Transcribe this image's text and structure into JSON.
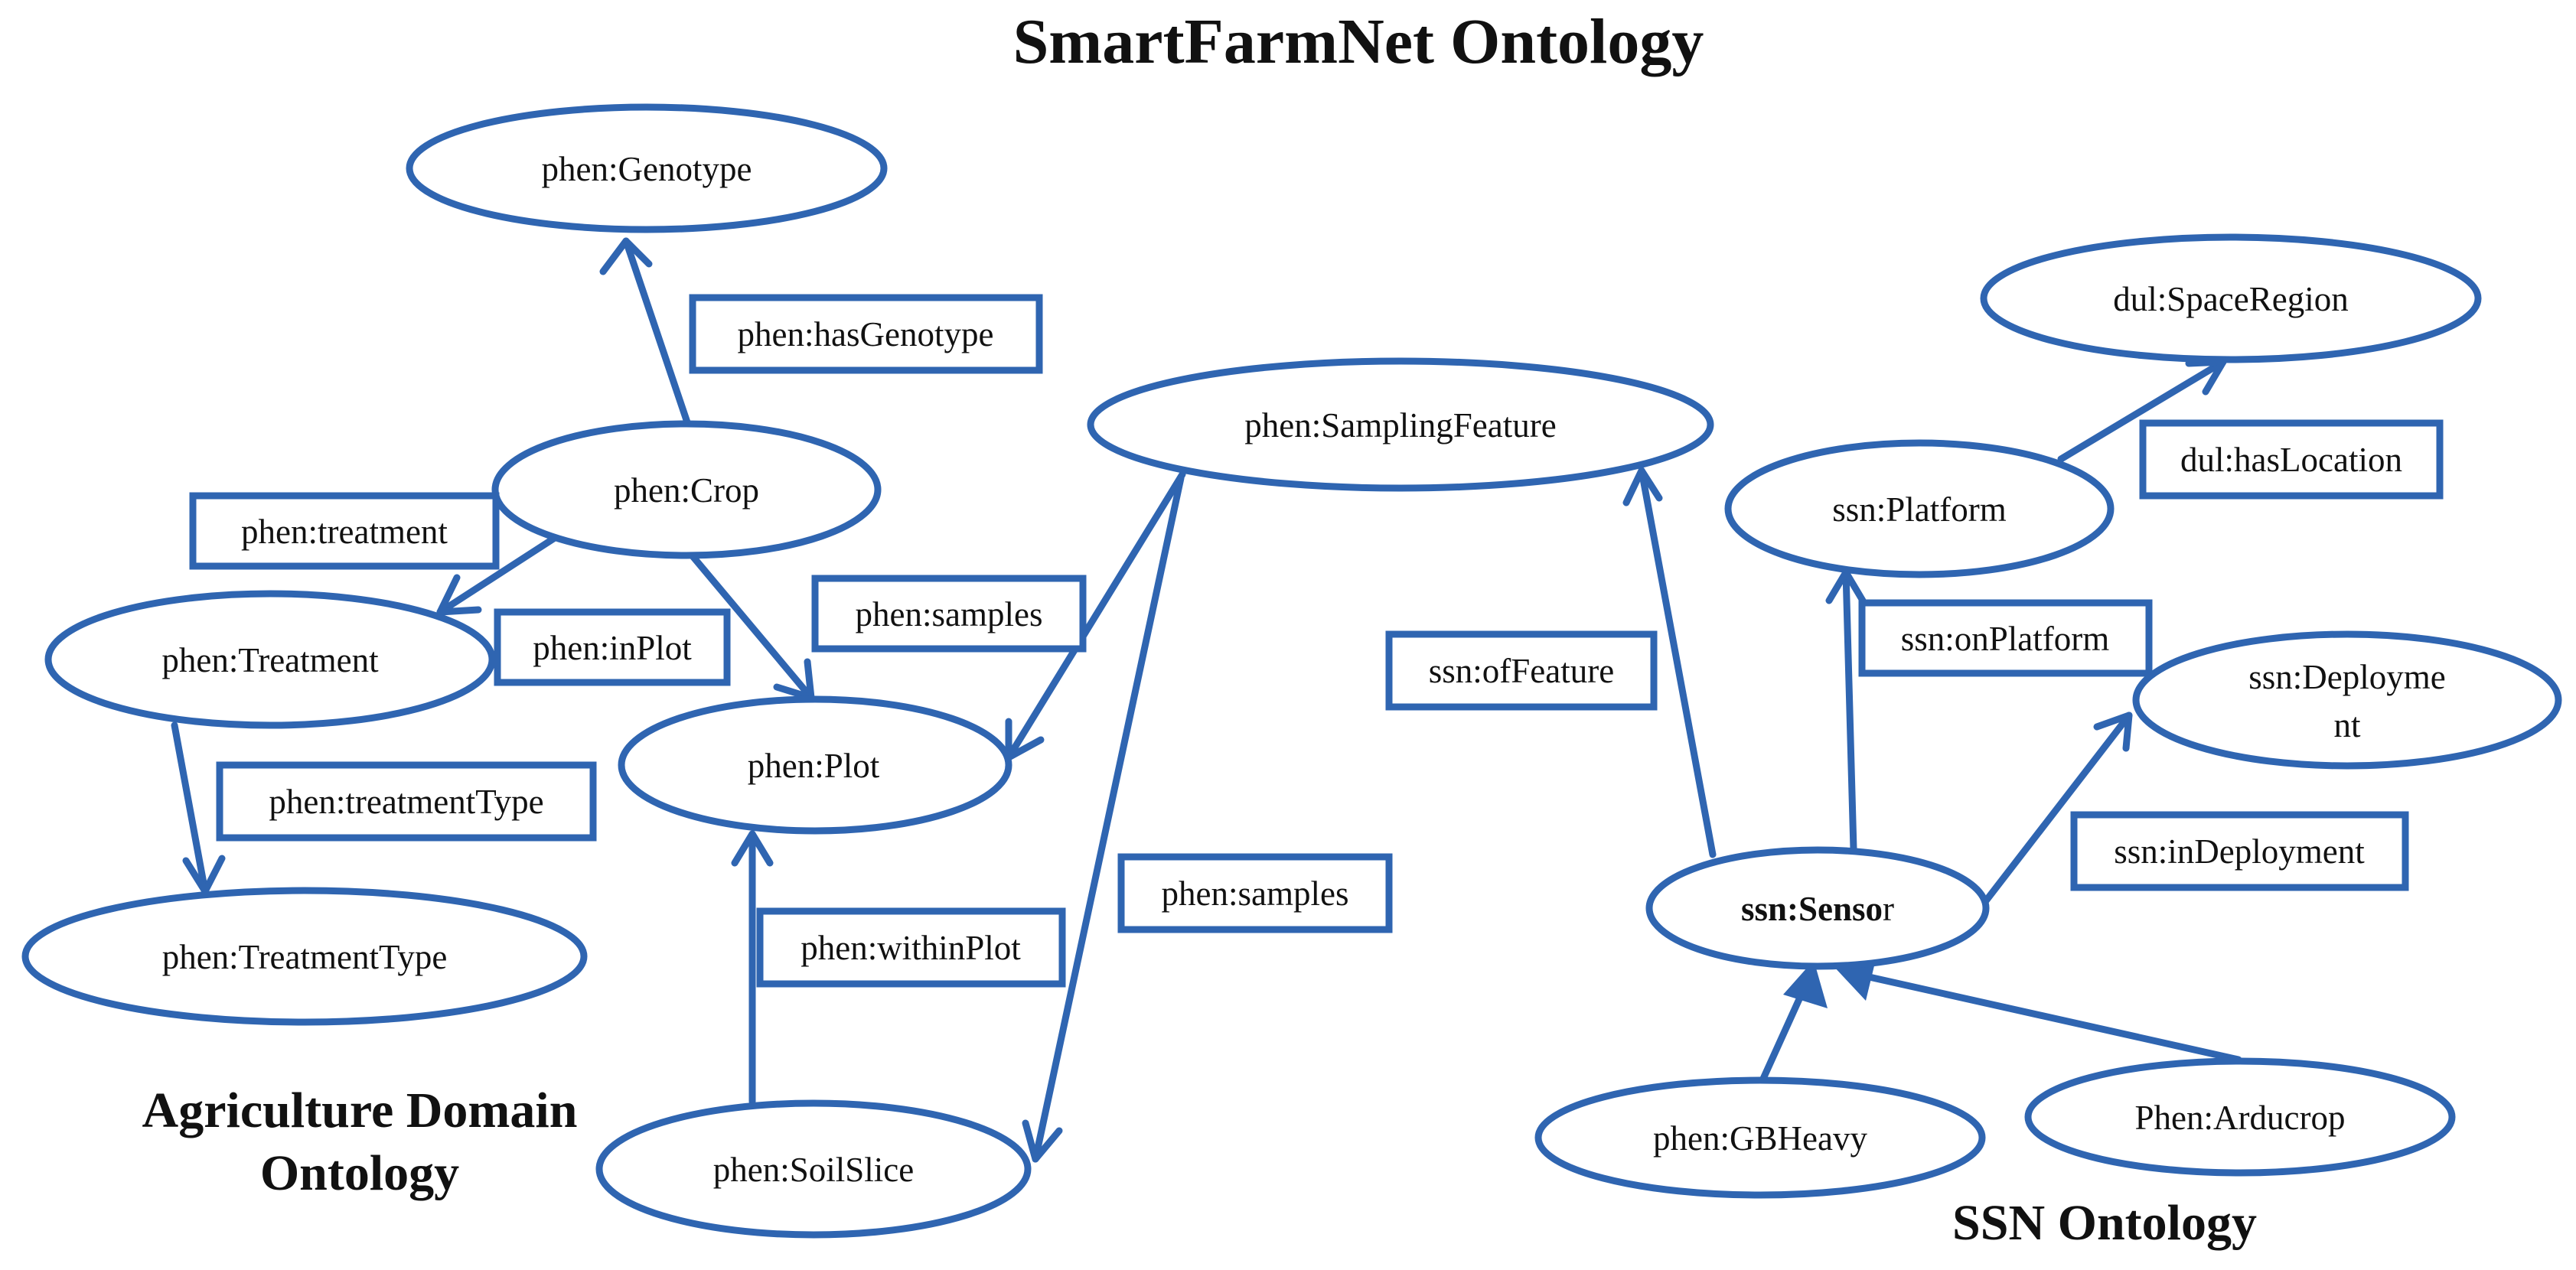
{
  "title": "SmartFarmNet Ontology",
  "colors": {
    "stroke": "#2f65b1",
    "text": "#111111",
    "background": "#ffffff"
  },
  "sections": {
    "agriculture_line1": "Agriculture Domain",
    "agriculture_line2": "Ontology",
    "ssn": "SSN Ontology"
  },
  "nodes": {
    "genotype": "phen:Genotype",
    "crop": "phen:Crop",
    "treatment": "phen:Treatment",
    "treatment_type": "phen:TreatmentType",
    "plot": "phen:Plot",
    "soil_slice": "phen:SoilSlice",
    "sampling_feature": "phen:SamplingFeature",
    "space_region": "dul:SpaceRegion",
    "platform": "ssn:Platform",
    "deployment_line1": "ssn:Deployme",
    "deployment_line2": "nt",
    "sensor_bold": "ssn:Senso",
    "sensor_tail": "r",
    "gbheavy": "phen:GBHeavy",
    "arducrop": "Phen:Arducrop"
  },
  "edges": {
    "has_genotype": "phen:hasGenotype",
    "treatment": "phen:treatment",
    "in_plot": "phen:inPlot",
    "treatment_type": "phen:treatmentType",
    "samples_plot": "phen:samples",
    "within_plot": "phen:withinPlot",
    "samples_soil": "phen:samples",
    "of_feature": "ssn:ofFeature",
    "on_platform": "ssn:onPlatform",
    "has_location": "dul:hasLocation",
    "in_deployment": "ssn:inDeployment"
  }
}
